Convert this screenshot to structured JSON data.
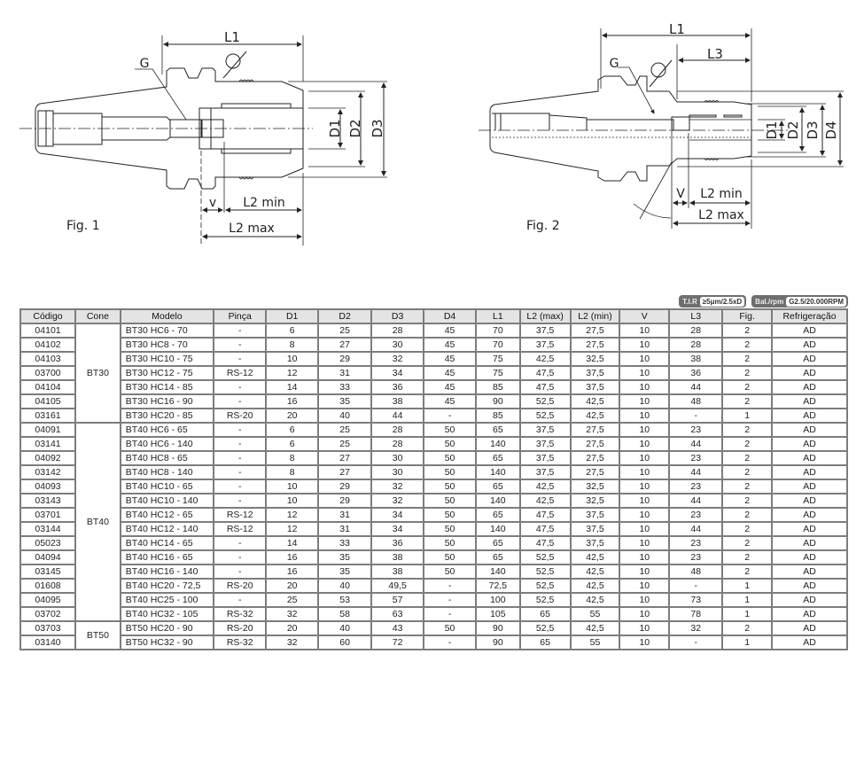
{
  "figures": {
    "fig1": {
      "caption": "Fig. 1",
      "labels": {
        "L1": "L1",
        "G": "G",
        "D1": "D1",
        "D2": "D2",
        "D3": "D3",
        "V": "v",
        "L2min": "L2 min",
        "L2max": "L2 max"
      }
    },
    "fig2": {
      "caption": "Fig. 2",
      "labels": {
        "L1": "L1",
        "L3": "L3",
        "G": "G",
        "D1": "D1",
        "D2": "D2",
        "D3": "D3",
        "D4": "D4",
        "V": "V",
        "L2min": "L2 min",
        "L2max": "L2 max"
      }
    }
  },
  "badges": [
    {
      "label": "T.I.R",
      "value": "≥5μm/2.5xD"
    },
    {
      "label": "Bal./rpm",
      "value": "G2.5/20.000RPM"
    }
  ],
  "table": {
    "headers": [
      "Código",
      "Cone",
      "Modelo",
      "Pinça",
      "D1",
      "D2",
      "D3",
      "D4",
      "L1",
      "L2 (max)",
      "L2 (min)",
      "V",
      "L3",
      "Fig.",
      "Refrigeração"
    ],
    "groups": [
      {
        "cone": "BT30",
        "rows": [
          [
            "04101",
            "BT30 HC6 - 70",
            "-",
            "6",
            "25",
            "28",
            "45",
            "70",
            "37,5",
            "27,5",
            "10",
            "28",
            "2",
            "AD"
          ],
          [
            "04102",
            "BT30 HC8 - 70",
            "-",
            "8",
            "27",
            "30",
            "45",
            "70",
            "37,5",
            "27,5",
            "10",
            "28",
            "2",
            "AD"
          ],
          [
            "04103",
            "BT30 HC10 - 75",
            "-",
            "10",
            "29",
            "32",
            "45",
            "75",
            "42,5",
            "32,5",
            "10",
            "38",
            "2",
            "AD"
          ],
          [
            "03700",
            "BT30 HC12 - 75",
            "RS-12",
            "12",
            "31",
            "34",
            "45",
            "75",
            "47,5",
            "37,5",
            "10",
            "36",
            "2",
            "AD"
          ],
          [
            "04104",
            "BT30 HC14 - 85",
            "-",
            "14",
            "33",
            "36",
            "45",
            "85",
            "47,5",
            "37,5",
            "10",
            "44",
            "2",
            "AD"
          ],
          [
            "04105",
            "BT30 HC16 - 90",
            "-",
            "16",
            "35",
            "38",
            "45",
            "90",
            "52,5",
            "42,5",
            "10",
            "48",
            "2",
            "AD"
          ],
          [
            "03161",
            "BT30 HC20 - 85",
            "RS-20",
            "20",
            "40",
            "44",
            "-",
            "85",
            "52,5",
            "42,5",
            "10",
            "-",
            "1",
            "AD"
          ]
        ]
      },
      {
        "cone": "BT40",
        "rows": [
          [
            "04091",
            "BT40 HC6 - 65",
            "-",
            "6",
            "25",
            "28",
            "50",
            "65",
            "37,5",
            "27,5",
            "10",
            "23",
            "2",
            "AD"
          ],
          [
            "03141",
            "BT40 HC6 - 140",
            "-",
            "6",
            "25",
            "28",
            "50",
            "140",
            "37,5",
            "27,5",
            "10",
            "44",
            "2",
            "AD"
          ],
          [
            "04092",
            "BT40 HC8 - 65",
            "-",
            "8",
            "27",
            "30",
            "50",
            "65",
            "37,5",
            "27,5",
            "10",
            "23",
            "2",
            "AD"
          ],
          [
            "03142",
            "BT40 HC8 - 140",
            "-",
            "8",
            "27",
            "30",
            "50",
            "140",
            "37,5",
            "27,5",
            "10",
            "44",
            "2",
            "AD"
          ],
          [
            "04093",
            "BT40 HC10 - 65",
            "-",
            "10",
            "29",
            "32",
            "50",
            "65",
            "42,5",
            "32,5",
            "10",
            "23",
            "2",
            "AD"
          ],
          [
            "03143",
            "BT40 HC10 - 140",
            "-",
            "10",
            "29",
            "32",
            "50",
            "140",
            "42,5",
            "32,5",
            "10",
            "44",
            "2",
            "AD"
          ],
          [
            "03701",
            "BT40 HC12 - 65",
            "RS-12",
            "12",
            "31",
            "34",
            "50",
            "65",
            "47,5",
            "37,5",
            "10",
            "23",
            "2",
            "AD"
          ],
          [
            "03144",
            "BT40 HC12 - 140",
            "RS-12",
            "12",
            "31",
            "34",
            "50",
            "140",
            "47,5",
            "37,5",
            "10",
            "44",
            "2",
            "AD"
          ],
          [
            "05023",
            "BT40 HC14 - 65",
            "-",
            "14",
            "33",
            "36",
            "50",
            "65",
            "47,5",
            "37,5",
            "10",
            "23",
            "2",
            "AD"
          ],
          [
            "04094",
            "BT40 HC16 - 65",
            "-",
            "16",
            "35",
            "38",
            "50",
            "65",
            "52,5",
            "42,5",
            "10",
            "23",
            "2",
            "AD"
          ],
          [
            "03145",
            "BT40 HC16 - 140",
            "-",
            "16",
            "35",
            "38",
            "50",
            "140",
            "52,5",
            "42,5",
            "10",
            "48",
            "2",
            "AD"
          ],
          [
            "01608",
            "BT40 HC20 - 72,5",
            "RS-20",
            "20",
            "40",
            "49,5",
            "-",
            "72,5",
            "52,5",
            "42,5",
            "10",
            "-",
            "1",
            "AD"
          ],
          [
            "04095",
            "BT40 HC25 - 100",
            "-",
            "25",
            "53",
            "57",
            "-",
            "100",
            "52,5",
            "42,5",
            "10",
            "73",
            "1",
            "AD"
          ],
          [
            "03702",
            "BT40 HC32 - 105",
            "RS-32",
            "32",
            "58",
            "63",
            "-",
            "105",
            "65",
            "55",
            "10",
            "78",
            "1",
            "AD"
          ]
        ]
      },
      {
        "cone": "BT50",
        "rows": [
          [
            "03703",
            "BT50 HC20 - 90",
            "RS-20",
            "20",
            "40",
            "43",
            "50",
            "90",
            "52,5",
            "42,5",
            "10",
            "32",
            "2",
            "AD"
          ],
          [
            "03140",
            "BT50 HC32 - 90",
            "RS-32",
            "32",
            "60",
            "72",
            "-",
            "90",
            "65",
            "55",
            "10",
            "-",
            "1",
            "AD"
          ]
        ]
      }
    ]
  }
}
